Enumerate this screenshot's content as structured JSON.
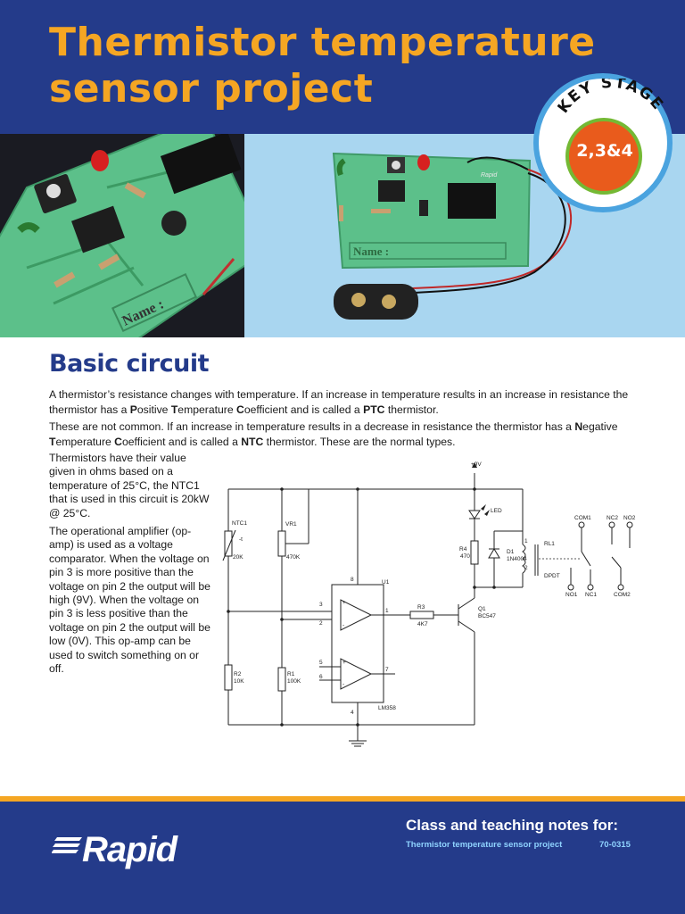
{
  "header": {
    "title_line1": "Thermistor temperature",
    "title_line2": "sensor project"
  },
  "badge": {
    "arc_text": "KEY STAGE",
    "stages": "2,3&4"
  },
  "photo": {
    "board_label_left": "Name :",
    "board_label_right": "Name :",
    "brand_on_board": "Rapid"
  },
  "section": {
    "title": "Basic circuit",
    "p1_a": "A thermistor’s resistance changes with temperature. If an increase in temperature results in an increase in resistance the thermistor has a ",
    "p1_b1": "P",
    "p1_c1": "ositive ",
    "p1_b2": "T",
    "p1_c2": "emperature ",
    "p1_b3": "C",
    "p1_c3": "oefficient and is called a ",
    "p1_b4": "PTC",
    "p1_d": " thermistor.",
    "p2_a": "These are not common. If an increase in temperature results in a decrease in resistance the thermistor has a ",
    "p2_b1": "N",
    "p2_c1": "egative ",
    "p2_b2": "T",
    "p2_c2": "emperature ",
    "p2_b3": "C",
    "p2_c3": "oefficient and is called a ",
    "p2_b4": "NTC",
    "p2_d": " thermistor. These are the normal types.",
    "col1": "Thermistors have their value given in ohms based on a temperature of 25°C, the NTC1 that is used in this circuit is 20kW @ 25°C.",
    "col2": "The operational amplifier (op-amp) is used as a voltage comparator. When the voltage on pin 3 is more positive than the voltage on pin 2 the output will be high (9V). When the voltage on pin 3 is less positive than the voltage on pin 2 the output will be low (0V). This op-amp can be used to switch something on or off."
  },
  "schematic": {
    "supply": "+9V",
    "ntc1": "NTC1",
    "ntc1_t": "-t",
    "ntc1_val": "20K",
    "vr1": "VR1",
    "vr1_val": "470K",
    "r2": "R2",
    "r2_val": "10K",
    "r1": "R1",
    "r1_val": "100K",
    "u1": "U1",
    "pin8": "8",
    "pin4": "4",
    "pin3": "3",
    "pin2": "2",
    "pin1": "1",
    "pin5": "5",
    "pin6": "6",
    "pin7": "7",
    "ic": "LM358",
    "r3": "R3",
    "r3_val": "4K7",
    "q1": "Q1",
    "q1_val": "BC547",
    "r4": "R4",
    "r4_val": "470",
    "led": "LED",
    "d1": "D1",
    "d1_val": "1N4004",
    "rl1": "RL1",
    "rl1_val": "DPDT",
    "relay_pin1": "1",
    "relay_pin2": "2",
    "com1": "COM1",
    "nc2": "NC2",
    "no2": "NO2",
    "no1": "NO1",
    "nc1": "NC1",
    "com2": "COM2",
    "plus": "+",
    "minus": "-"
  },
  "footer": {
    "logo": "Rapid",
    "notes_title": "Class and teaching notes for:",
    "project": "Thermistor temperature sensor project",
    "code": "70-0315"
  },
  "colors": {
    "navy": "#243b8a",
    "orange": "#f5a623",
    "light_blue": "#8fd3ff",
    "pcb_green": "#5cc08a"
  }
}
